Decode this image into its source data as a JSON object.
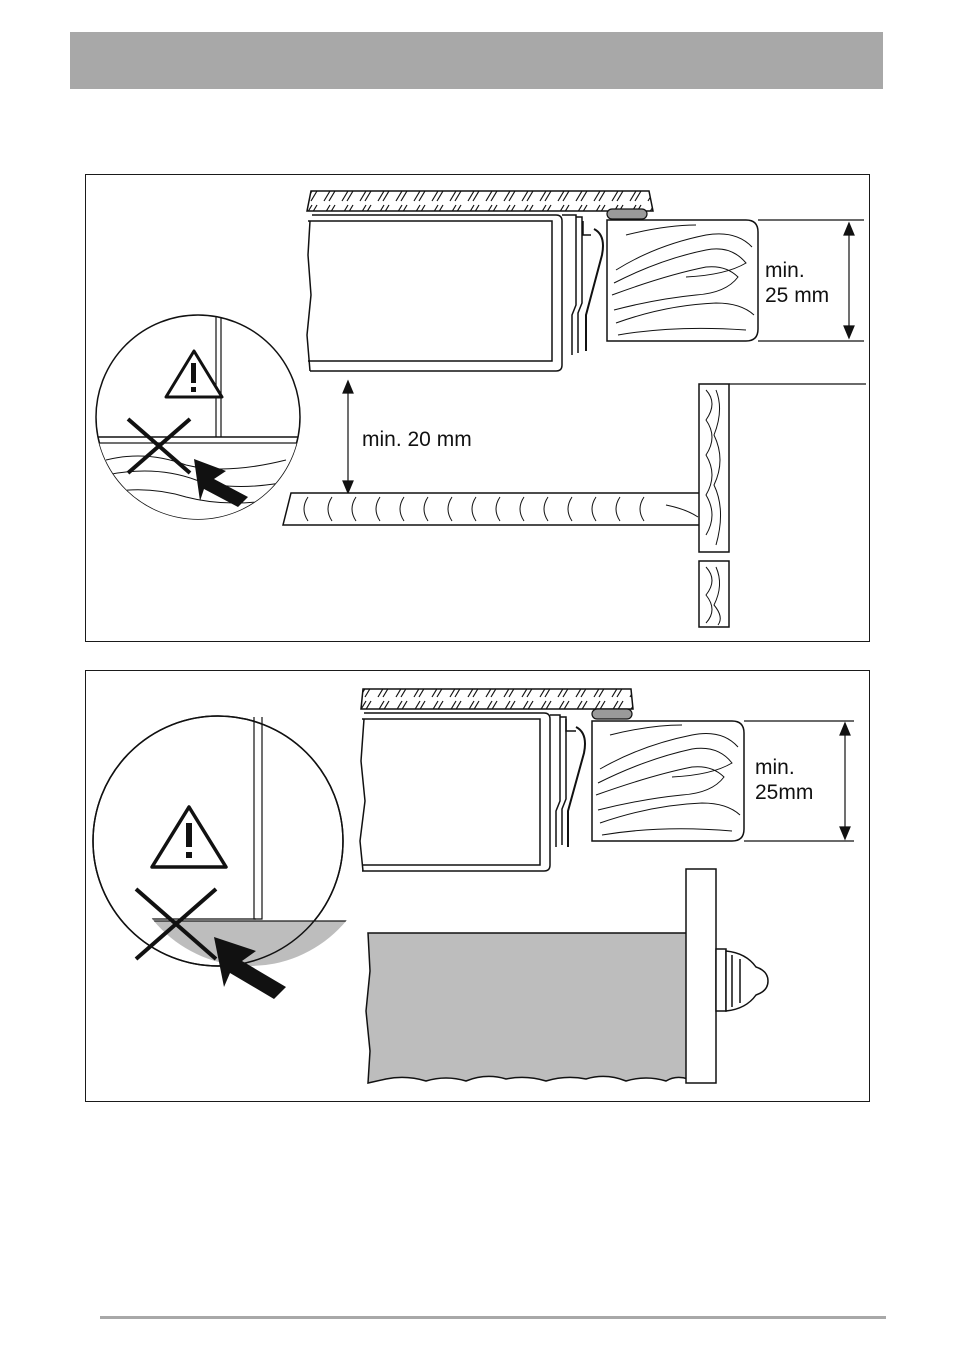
{
  "header": {
    "color": "#a8a8a8"
  },
  "figures": [
    {
      "id": "drawer-shelf",
      "labels": {
        "worktop_thickness_line1": "min.",
        "worktop_thickness_line2": "25 mm",
        "clearance": "min. 20 mm"
      },
      "icons": [
        "warning-triangle-icon",
        "cross-icon",
        "arrow-icon"
      ]
    },
    {
      "id": "drawer-front",
      "labels": {
        "worktop_thickness_line1": "min.",
        "worktop_thickness_line2": "25mm"
      },
      "icons": [
        "warning-triangle-icon",
        "cross-icon",
        "arrow-icon",
        "knob-icon"
      ]
    }
  ],
  "colors": {
    "fill_gray": "#bdbdbd",
    "line": "#111111"
  }
}
